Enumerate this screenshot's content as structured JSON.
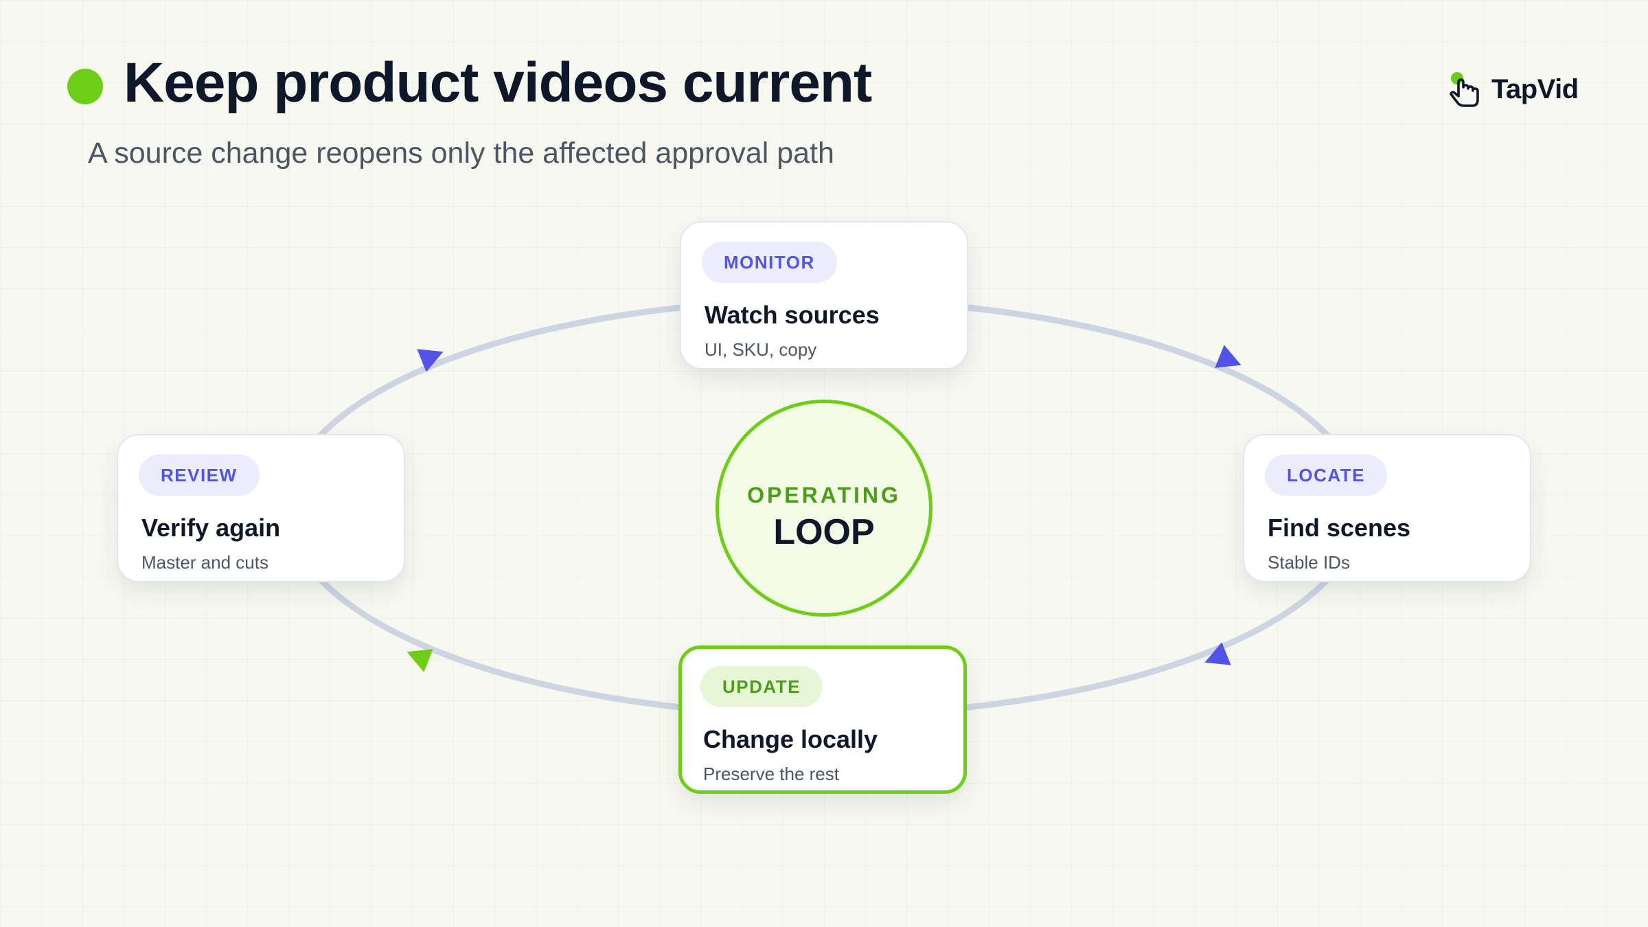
{
  "header": {
    "title": "Keep product videos current",
    "subtitle": "A source change reopens only the affected approval path"
  },
  "brand": {
    "name": "TapVid",
    "icon": "pointer-hand-icon"
  },
  "center": {
    "kicker": "OPERATING",
    "label": "LOOP"
  },
  "steps": [
    {
      "tag": "MONITOR",
      "title": "Watch sources",
      "detail": "UI, SKU, copy",
      "active": false
    },
    {
      "tag": "LOCATE",
      "title": "Find scenes",
      "detail": "Stable IDs",
      "active": false
    },
    {
      "tag": "UPDATE",
      "title": "Change locally",
      "detail": "Preserve the rest",
      "active": true
    },
    {
      "tag": "REVIEW",
      "title": "Verify again",
      "detail": "Master and cuts",
      "active": false
    }
  ],
  "colors": {
    "accent_green": "#6ccf16",
    "accent_green_text": "#4b9f12",
    "accent_indigo": "#5154e6",
    "loop_track": "#cdd5e3",
    "background": "#f7f9f1"
  }
}
